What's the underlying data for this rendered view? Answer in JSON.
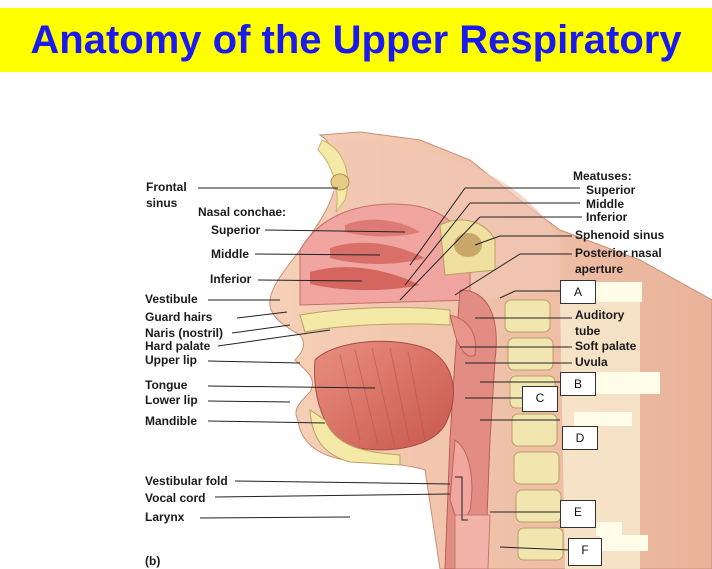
{
  "title": "Anatomy of the Upper Respiratory",
  "figure_label": "(b)",
  "labels_left": {
    "frontal_sinus_1": "Frontal",
    "frontal_sinus_2": "sinus",
    "nasal_conchae": "Nasal conchae:",
    "superior": "Superior",
    "middle": "Middle",
    "inferior": "Inferior",
    "vestibule": "Vestibule",
    "guard_hairs": "Guard hairs",
    "naris": "Naris (nostril)",
    "hard_palate": "Hard palate",
    "upper_lip": "Upper lip",
    "tongue": "Tongue",
    "lower_lip": "Lower lip",
    "mandible": "Mandible",
    "vestibular_fold": "Vestibular fold",
    "vocal_cord": "Vocal cord",
    "larynx": "Larynx"
  },
  "labels_right": {
    "meatuses": "Meatuses:",
    "m_superior": "Superior",
    "m_middle": "Middle",
    "m_inferior": "Inferior",
    "sphenoid_sinus": "Sphenoid sinus",
    "posterior_nasal_1": "Posterior nasal",
    "posterior_nasal_2": "aperture",
    "auditory_1": "Auditory",
    "auditory_2": "tube",
    "soft_palate": "Soft palate",
    "uvula": "Uvula"
  },
  "answer_boxes": {
    "a": "A",
    "b": "B",
    "c": "C",
    "d": "D",
    "e": "E",
    "f": "F"
  },
  "colors": {
    "title_bg": "#ffff00",
    "title_text": "#1a1aee"
  }
}
